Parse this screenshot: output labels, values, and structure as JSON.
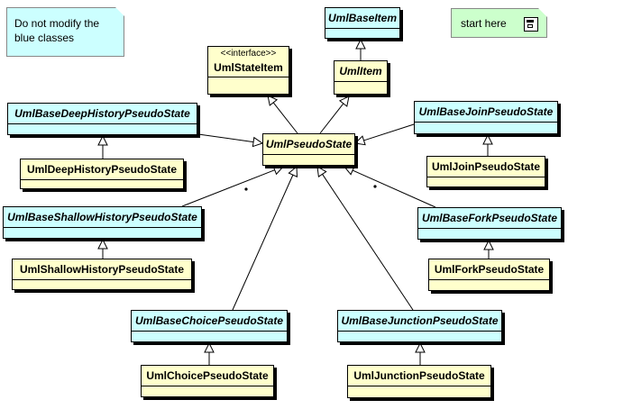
{
  "notes": {
    "blue_note": "Do not modify the blue classes",
    "start_note": "start here"
  },
  "colors": {
    "base_class_fill": "#ccffff",
    "impl_class_fill": "#ffffcc",
    "start_note_fill": "#ccffcc"
  },
  "classes": {
    "uml_base_item": "UmlBaseItem",
    "uml_item": "UmlItem",
    "uml_state_item_stereotype": "<<interface>>",
    "uml_state_item": "UmlStateItem",
    "uml_pseudo_state": "UmlPseudoState",
    "base_deep_history": "UmlBaseDeepHistoryPseudoState",
    "deep_history": "UmlDeepHistoryPseudoState",
    "base_join": "UmlBaseJoinPseudoState",
    "join": "UmlJoinPseudoState",
    "base_shallow_history": "UmlBaseShallowHistoryPseudoState",
    "shallow_history": "UmlShallowHistoryPseudoState",
    "base_fork": "UmlBaseForkPseudoState",
    "fork": "UmlForkPseudoState",
    "base_choice": "UmlBaseChoicePseudoState",
    "choice": "UmlChoicePseudoState",
    "base_junction": "UmlBaseJunctionPseudoState",
    "junction": "UmlJunctionPseudoState"
  },
  "start_icon": "diagram-icon"
}
